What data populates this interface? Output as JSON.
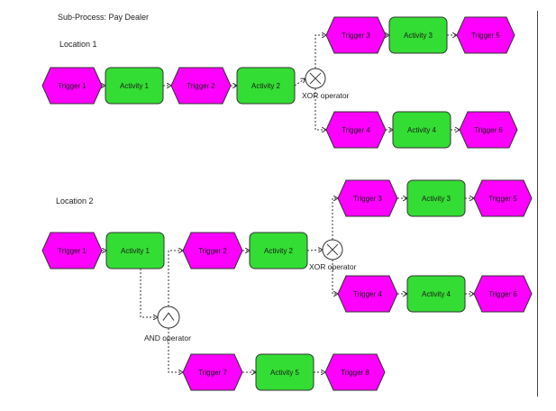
{
  "title": "Sub-Process: Pay Dealer",
  "colors": {
    "event": "#ff00ff",
    "function": "#33dd33",
    "stroke": "#333333"
  },
  "location1": {
    "label": "Location 1",
    "nodes": {
      "t1": {
        "label": "Trigger 1",
        "kind": "event"
      },
      "a1": {
        "label": "Activity 1",
        "kind": "function"
      },
      "t2": {
        "label": "Trigger 2",
        "kind": "event"
      },
      "a2": {
        "label": "Activity 2",
        "kind": "function"
      },
      "t3": {
        "label": "Trigger 3",
        "kind": "event"
      },
      "a3": {
        "label": "Activity 3",
        "kind": "function"
      },
      "t5": {
        "label": "Trigger 5",
        "kind": "event"
      },
      "t4": {
        "label": "Trigger 4",
        "kind": "event"
      },
      "a4": {
        "label": "Activity 4",
        "kind": "function"
      },
      "t6": {
        "label": "Trigger 6",
        "kind": "event"
      }
    },
    "xor": {
      "label": "XOR operator",
      "symbol": "×"
    }
  },
  "location2": {
    "label": "Location 2",
    "nodes": {
      "t1": {
        "label": "Trigger 1",
        "kind": "event"
      },
      "a1": {
        "label": "Activity 1",
        "kind": "function"
      },
      "t2": {
        "label": "Trigger 2",
        "kind": "event"
      },
      "a2": {
        "label": "Activity 2",
        "kind": "function"
      },
      "t3": {
        "label": "Trigger 3",
        "kind": "event"
      },
      "a3": {
        "label": "Activity 3",
        "kind": "function"
      },
      "t5": {
        "label": "Trigger 5",
        "kind": "event"
      },
      "t4": {
        "label": "Trigger 4",
        "kind": "event"
      },
      "a4": {
        "label": "Activity 4",
        "kind": "function"
      },
      "t6": {
        "label": "Trigger 6",
        "kind": "event"
      },
      "t7": {
        "label": "Trigger 7",
        "kind": "event"
      },
      "a5": {
        "label": "Activity 5",
        "kind": "function"
      },
      "t8": {
        "label": "Trigger 8",
        "kind": "event"
      }
    },
    "xor": {
      "label": "XOR operator",
      "symbol": "×"
    },
    "and": {
      "label": "AND operator",
      "symbol": "∧"
    }
  }
}
